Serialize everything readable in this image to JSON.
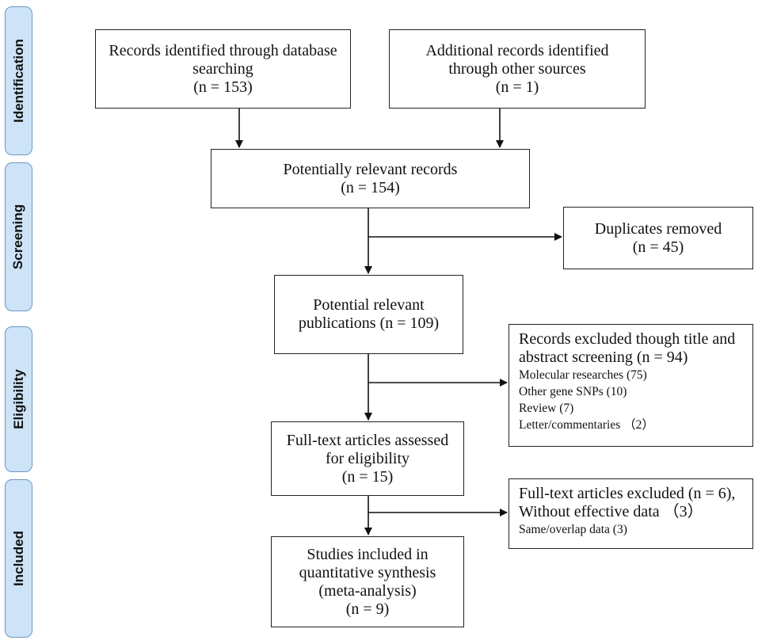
{
  "stages": {
    "identification": "Identification",
    "screening": "Screening",
    "eligibility": "Eligibility",
    "included": "Included"
  },
  "boxes": {
    "database_records": {
      "line1": "Records identified through database",
      "line2": "searching",
      "line3": "(n = 153)"
    },
    "other_sources": {
      "line1": "Additional records identified",
      "line2": "through other sources",
      "line3": "(n = 1)"
    },
    "potentially_relevant": {
      "line1": "Potentially relevant records",
      "line2": "(n = 154)"
    },
    "duplicates_removed": {
      "line1": "Duplicates removed",
      "line2": "(n = 45)"
    },
    "potential_publications": {
      "line1": "Potential relevant",
      "line2": "publications (n = 109)"
    },
    "excluded_screening": {
      "line1": "Records excluded though title and",
      "line2": "abstract screening (n = 94)",
      "items": [
        "Molecular researches (75)",
        "Other gene SNPs (10)",
        "Review (7)",
        "Letter/commentaries （2）"
      ]
    },
    "fulltext_assessed": {
      "line1": "Full-text articles assessed",
      "line2": "for eligibility",
      "line3": "(n = 15)"
    },
    "fulltext_excluded": {
      "line1": "Full-text articles excluded (n = 6),",
      "line2": "Without effective data （3）",
      "items": [
        "Same/overlap data (3)"
      ]
    },
    "included_studies": {
      "line1": "Studies included in",
      "line2": "quantitative synthesis",
      "line3": "(meta-analysis)",
      "line4": "(n = 9)"
    }
  }
}
